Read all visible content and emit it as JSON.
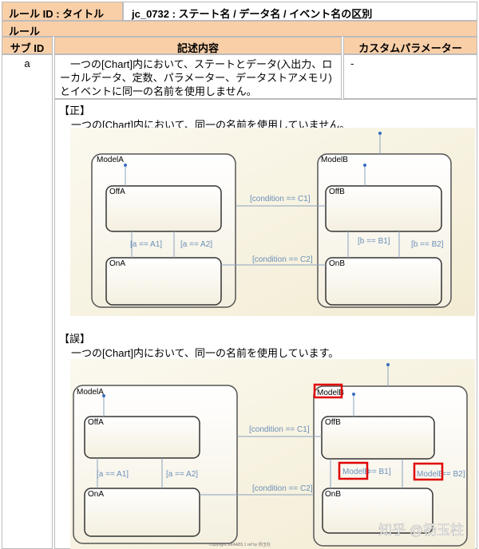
{
  "header": {
    "id_label": "ルール ID : タイトル",
    "id_value": "jc_0732 : ステート名 / データ名 / イベント名の区別"
  },
  "section": "ルール",
  "columns": [
    "サブ ID",
    "記述内容",
    "カスタムパラメーター"
  ],
  "row": {
    "sub_id": "a",
    "description": "　一つの[Chart]内において、ステートとデータ(入出力、ローカルデータ、定数、パラメーター、データストアメモリ)とイベントに同一の名前を使用しません。",
    "param": "-"
  },
  "correct": {
    "title": "【正】",
    "text": "　一つの[Chart]内において、同一の名前を使用していません。",
    "diagram": {
      "modelA": "ModelA",
      "offA": "OffA",
      "onA": "OnA",
      "modelB": "ModelB",
      "offB": "OffB",
      "onB": "OnB",
      "c1": "[condition == C1]",
      "c2": "[condition == C2]",
      "a1": "[a == A1]",
      "a2": "[a == A2]",
      "b1": "[b == B1]",
      "b2": "[b == B2]"
    }
  },
  "wrong": {
    "title": "【誤】",
    "text": "　一つの[Chart]内において、同一の名前を使用しています。",
    "diagram": {
      "modelA": "ModelA",
      "offA": "OffA",
      "onA": "OnA",
      "modelB": "ModelB",
      "offB": "OffB",
      "onB": "OnB",
      "c1": "[condition == C1]",
      "c2": "[condition == C2]",
      "a1": "[a == A1]",
      "a2": "[a == A2]",
      "b1_var": "ModelB",
      "b1_rest": " == B1]",
      "b2_var": "ModelB",
      "b2_rest": " == B2]",
      "highlight_color": "#e00000"
    }
  },
  "footer": {
    "copyright": "Copyright JMAAB5.1 ref by 杨玉柱",
    "watermark": "知乎 @杨玉柱"
  }
}
